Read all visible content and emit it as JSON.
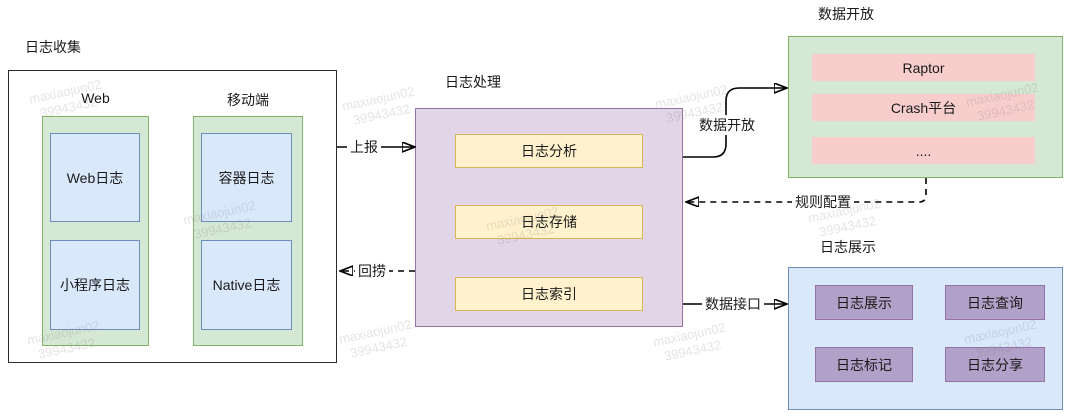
{
  "watermark": {
    "line1": "maxiaojun02",
    "line2": "39943432"
  },
  "sections": {
    "collection": {
      "title": "日志收集",
      "groups": [
        {
          "label": "Web",
          "items": [
            "Web日志",
            "小程序日志"
          ]
        },
        {
          "label": "移动端",
          "items": [
            "容器日志",
            "Native日志"
          ]
        }
      ]
    },
    "processing": {
      "title": "日志处理",
      "items": [
        "日志分析",
        "日志存储",
        "日志索引"
      ]
    },
    "data_open": {
      "title": "数据开放",
      "items": [
        "Raptor",
        "Crash平台",
        "...."
      ]
    },
    "display": {
      "title": "日志展示",
      "items": [
        "日志展示",
        "日志查询",
        "日志标记",
        "日志分享"
      ]
    }
  },
  "edges": [
    {
      "label": "上报",
      "style": "solid"
    },
    {
      "label": "回捞",
      "style": "dashed"
    },
    {
      "label": "数据开放",
      "style": "solid"
    },
    {
      "label": "规则配置",
      "style": "dashed"
    },
    {
      "label": "数据接口",
      "style": "solid"
    }
  ],
  "colors": {
    "green_fill": "#d5e8d4",
    "green_stroke": "#82b366",
    "blue_fill": "#dae8fc",
    "blue_stroke": "#6c8ebf",
    "purple_fill": "#e1d5e7",
    "purple_stroke": "#9673a6",
    "yellow_fill": "#fff2cc",
    "yellow_stroke": "#d6b656",
    "pink_fill": "#f8cecc",
    "violet_fill": "#b1a0c7",
    "line": "#000000"
  }
}
